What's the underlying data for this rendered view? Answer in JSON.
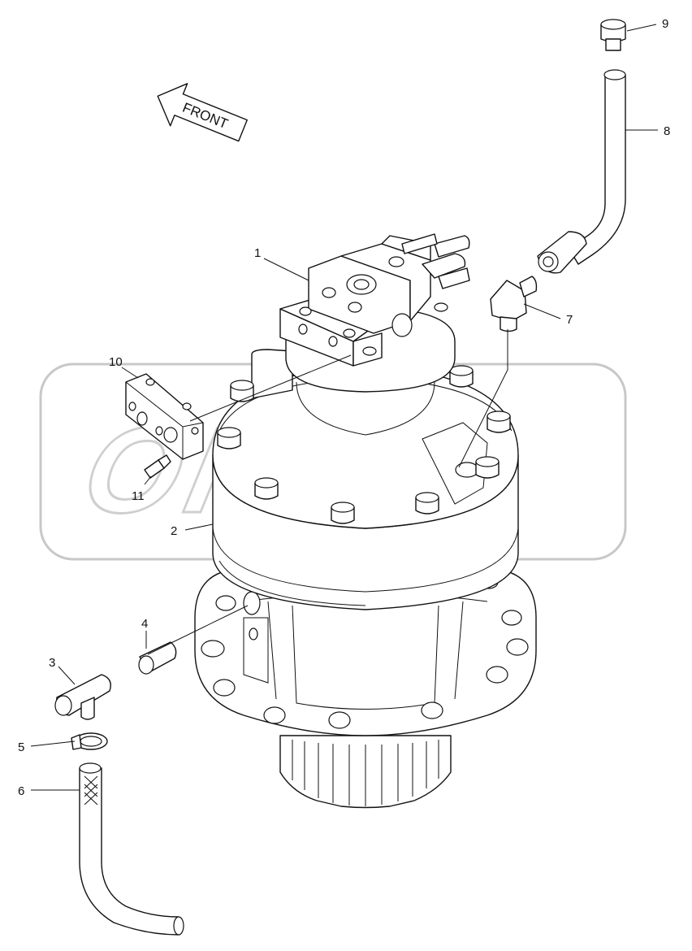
{
  "front_arrow": {
    "label": "FRONT"
  },
  "watermark": {
    "text": "OPEX"
  },
  "callouts": [
    {
      "id": "c1",
      "label": "1"
    },
    {
      "id": "c2",
      "label": "2"
    },
    {
      "id": "c3",
      "label": "3"
    },
    {
      "id": "c4",
      "label": "4"
    },
    {
      "id": "c5",
      "label": "5"
    },
    {
      "id": "c6",
      "label": "6"
    },
    {
      "id": "c7",
      "label": "7"
    },
    {
      "id": "c8",
      "label": "8"
    },
    {
      "id": "c9",
      "label": "9"
    },
    {
      "id": "c10",
      "label": "10"
    },
    {
      "id": "c11",
      "label": "11"
    }
  ]
}
